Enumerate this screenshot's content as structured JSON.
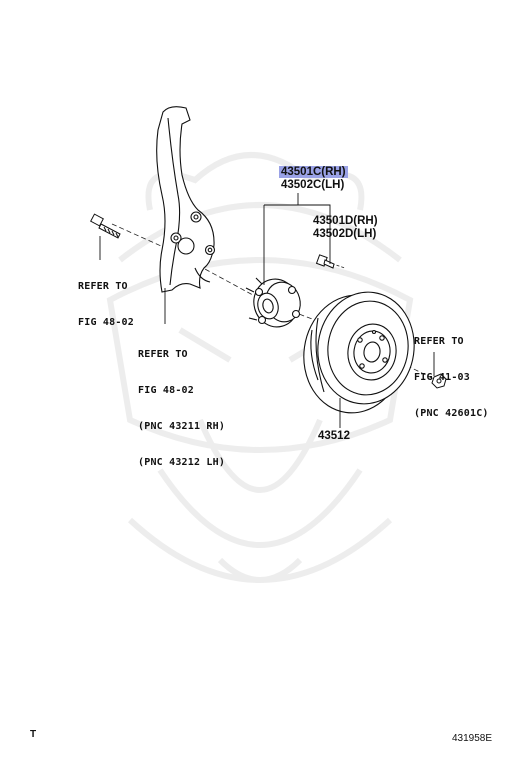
{
  "parts": {
    "hub_rh": "43501C(RH)",
    "hub_lh": "43502C(LH)",
    "bolt_rh": "43501D(RH)",
    "bolt_lh": "43502D(LH)",
    "rotor": "43512"
  },
  "refs": {
    "bolt_ref": [
      "REFER TO",
      "FIG 48-02"
    ],
    "knuckle_ref": [
      "REFER TO",
      "FIG 48-02",
      "(PNC 43211 RH)",
      "(PNC 43212 LH)"
    ],
    "nut_ref": [
      "REFER TO",
      "FIG 41-03",
      "(PNC 42601C)"
    ]
  },
  "footer": {
    "left": "T",
    "right": "431958E"
  },
  "highlight_color": "#9aa2e6"
}
